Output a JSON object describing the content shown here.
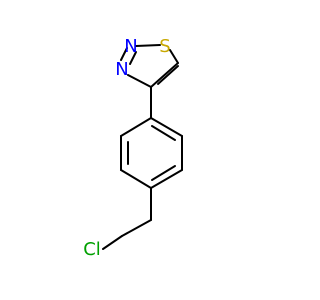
{
  "molecule": {
    "atoms": [
      {
        "id": "S1",
        "symbol": "S",
        "color": "#c8a800"
      },
      {
        "id": "N2",
        "symbol": "N",
        "color": "#0000ff"
      },
      {
        "id": "N3",
        "symbol": "N",
        "color": "#0000ff"
      },
      {
        "id": "Cl1",
        "symbol": "Cl",
        "color": "#00a000"
      }
    ]
  }
}
